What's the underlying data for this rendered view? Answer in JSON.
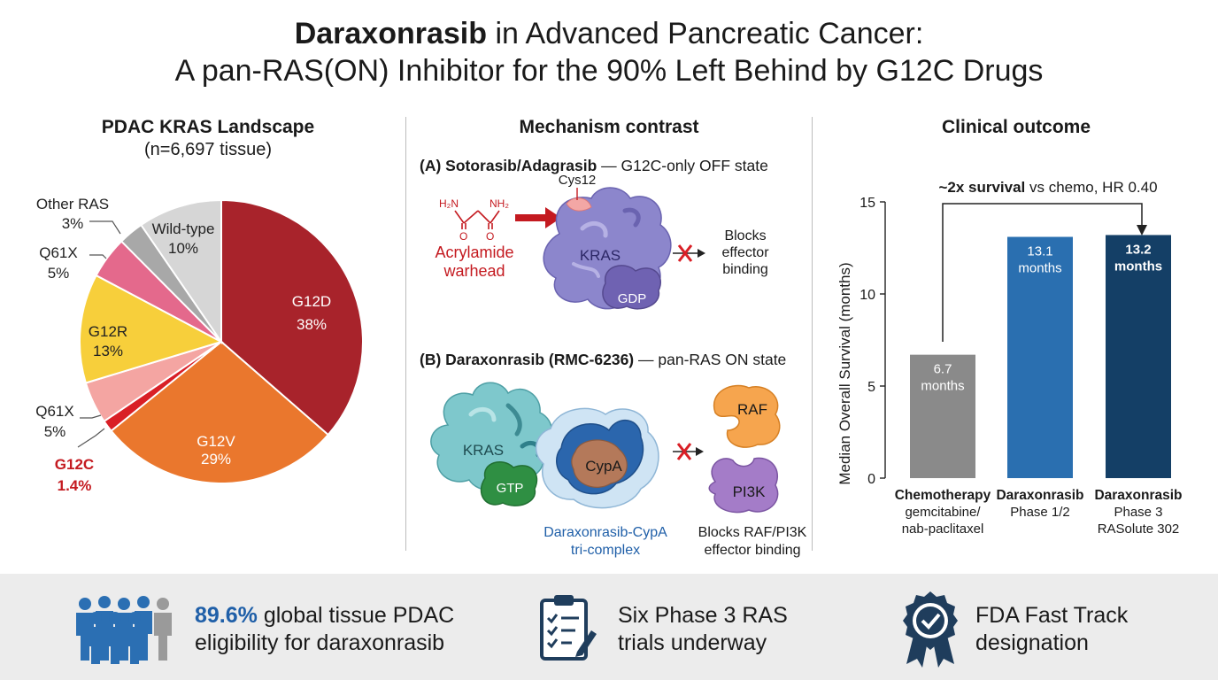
{
  "header": {
    "title_bold": "Daraxonrasib",
    "title_rest": " in Advanced Pancreatic Cancer:",
    "subtitle": "A pan-RAS(ON) Inhibitor for the 90% Left Behind by G12C Drugs"
  },
  "pie_panel": {
    "title": "PDAC KRAS Landscape",
    "subtitle": "(n=6,697 tissue)",
    "slices": [
      {
        "label": "G12D",
        "pct": "38%",
        "value": 38,
        "color": "#a8232b"
      },
      {
        "label": "G12V",
        "pct": "29%",
        "value": 29,
        "color": "#ea772d"
      },
      {
        "label": "G12C",
        "pct": "1.4%",
        "value": 1.4,
        "color": "#d91f26"
      },
      {
        "label": "Q61X",
        "pct": "5%",
        "value": 5,
        "color": "#f4a5a2"
      },
      {
        "label": "G12R",
        "pct": "13%",
        "value": 13,
        "color": "#f7cf3b"
      },
      {
        "label": "Q61X",
        "pct": "5%",
        "value": 5,
        "color": "#e4698c"
      },
      {
        "label": "Other RAS",
        "pct": "3%",
        "value": 3,
        "color": "#a8a8a8"
      },
      {
        "label": "Wild-type",
        "pct": "10%",
        "value": 10,
        "color": "#d6d6d6"
      }
    ]
  },
  "mechanism": {
    "title": "Mechanism contrast",
    "a_bold": "(A) Sotorasib/Adagrasib",
    "a_rest": " — G12C-only OFF state",
    "h2n": "H₂N",
    "nh2": "NH₂",
    "o1": "O",
    "o2": "O",
    "warhead_1": "Acrylamide",
    "warhead_2": "warhead",
    "cys": "Cys12",
    "kras_a": "KRAS",
    "gdp": "GDP",
    "blocks_1": "Blocks",
    "blocks_2": "effector",
    "blocks_3": "binding",
    "b_bold": "(B) Daraxonrasib (RMC-6236)",
    "b_rest": " — pan-RAS ON state",
    "kras_b": "KRAS",
    "gtp": "GTP",
    "cypa": "CypA",
    "complex_1": "Daraxonrasib-CypA",
    "complex_2": "tri-complex",
    "raf": "RAF",
    "pi3k": "PI3K",
    "blocks_b1": "Blocks RAF/PI3K",
    "blocks_b2": "effector binding"
  },
  "outcome": {
    "title": "Clinical outcome",
    "annot_bold": "~2x survival",
    "annot_rest": " vs chemo, HR 0.40"
  },
  "chart_data": {
    "type": "bar",
    "ylabel": "Median Overall Survival (months)",
    "ylim": [
      0,
      15
    ],
    "yticks": [
      "0",
      "5",
      "10",
      "15"
    ],
    "categories": [
      {
        "line1": "Chemotherapy",
        "line2": "gemcitabine/",
        "line3": "nab-paclitaxel"
      },
      {
        "line1": "Daraxonrasib",
        "line2": "Phase 1/2",
        "line3": ""
      },
      {
        "line1": "Daraxonrasib",
        "line2": "Phase 3",
        "line3": "RASolute 302"
      }
    ],
    "values": [
      6.7,
      13.1,
      13.2
    ],
    "value_labels": [
      {
        "num": "6.7",
        "unit": "months"
      },
      {
        "num": "13.1",
        "unit": "months"
      },
      {
        "num": "13.2",
        "unit": "months"
      }
    ],
    "colors": [
      "#8a8a8a",
      "#2a6fb0",
      "#143f66"
    ]
  },
  "footer": {
    "item1_hl": "89.6%",
    "item1_rest": " global tissue PDAC",
    "item1_line2": "eligibility for daraxonrasib",
    "item2_line1": "Six Phase 3 RAS",
    "item2_line2": "trials underway",
    "item3_line1": "FDA Fast Track",
    "item3_line2": "designation"
  }
}
